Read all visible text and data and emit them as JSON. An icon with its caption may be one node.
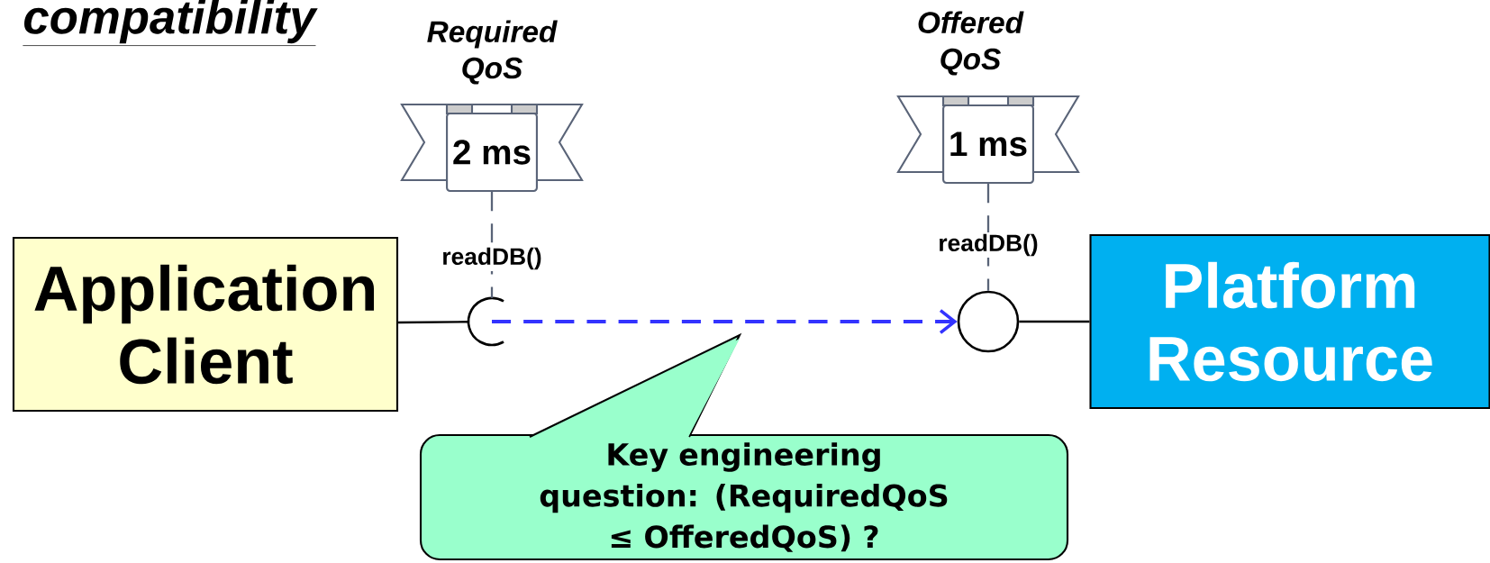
{
  "diagram": {
    "title": "compatibility",
    "nodes": [
      {
        "text": [
          "Application Client"
        ]
      },
      {
        "text": [
          "Platform Resource"
        ]
      },
      {
        "text": [],
        "shape": "arc",
        "beside": [
          "readDB()"
        ]
      },
      {
        "text": [],
        "shape": "circle",
        "beside": [
          "readDB()"
        ]
      },
      {
        "text": [
          "Required QoS",
          "2 ms"
        ]
      },
      {
        "text": [
          "Offered QoS",
          "1 ms"
        ]
      },
      {
        "text": [
          "Key engineering question: (RequiredQoS ≤ OfferedQoS) ?"
        ]
      }
    ],
    "edges": [
      {
        "from": 0,
        "to": 2,
        "arrow": "none"
      },
      {
        "from": 3,
        "to": 1,
        "arrow": "none"
      },
      {
        "from": 2,
        "to": 3,
        "arrow": "to",
        "style": "dashed",
        "color": "#3333ff"
      },
      {
        "from": 4,
        "to": 2,
        "arrow": "none",
        "style": "dashed",
        "color": "#5a6478"
      },
      {
        "from": 5,
        "to": 3,
        "arrow": "none",
        "style": "dashed",
        "color": "#5a6478"
      }
    ]
  }
}
